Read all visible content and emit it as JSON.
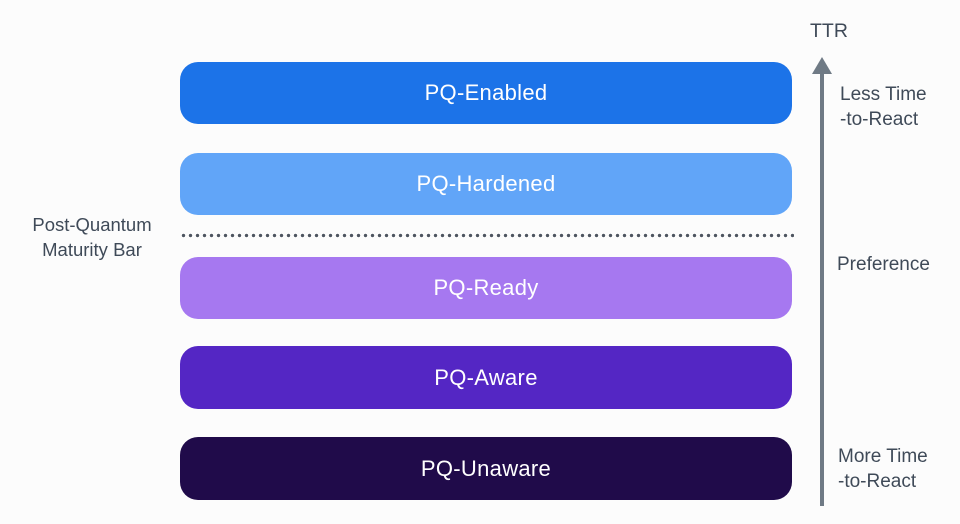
{
  "canvas": {
    "background": "#FCFCFC",
    "text_color": "#3F4A58"
  },
  "bars": [
    {
      "label": "PQ-Enabled",
      "color": "#1C73E8"
    },
    {
      "label": "PQ-Hardened",
      "color": "#61A5F8"
    },
    {
      "label": "PQ-Ready",
      "color": "#A678F0"
    },
    {
      "label": "PQ-Aware",
      "color": "#5426C4"
    },
    {
      "label": "PQ-Unaware",
      "color": "#200B4A"
    }
  ],
  "maturity_bar": {
    "label": "Post-Quantum Maturity Bar",
    "line_color": "#4E5560"
  },
  "ttr_axis": {
    "title": "TTR",
    "arrow_color": "#6F7A85",
    "labels": {
      "top": "Less Time\n-to-React",
      "middle": "Preference",
      "bottom": "More Time\n-to-React"
    }
  }
}
